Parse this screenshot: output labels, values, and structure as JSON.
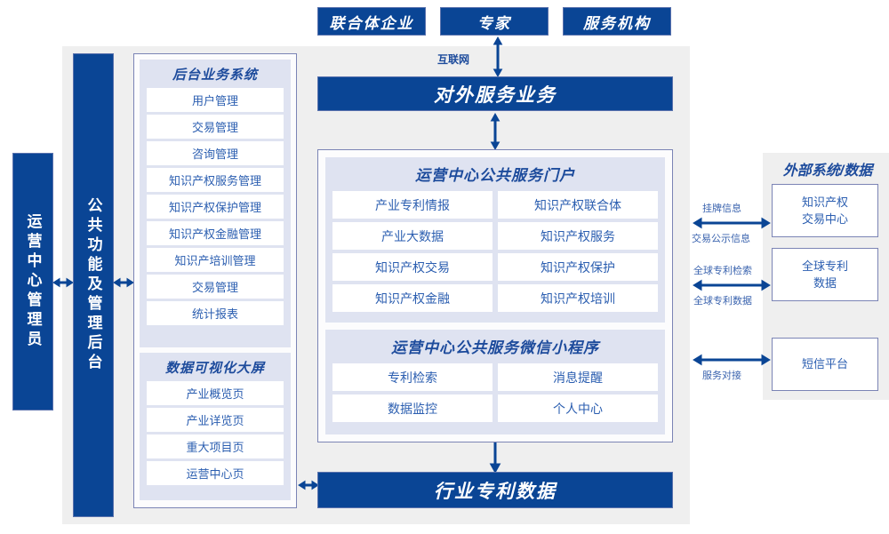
{
  "top_actors": [
    {
      "label": "联合体企业"
    },
    {
      "label": "专家"
    },
    {
      "label": "服务机构"
    }
  ],
  "internet_label": "互联网",
  "external_service_bar": "对外服务业务",
  "industry_patent_bar": "行业专利数据",
  "left_rails": [
    {
      "label": "运营中心管理员"
    },
    {
      "label": "公共功能及管理后台"
    }
  ],
  "backend_system": {
    "title": "后台业务系统",
    "items": [
      "用户管理",
      "交易管理",
      "咨询管理",
      "知识产权服务管理",
      "知识产权保护管理",
      "知识产权金融管理",
      "知识产培训管理",
      "交易管理",
      "统计报表"
    ]
  },
  "visualization": {
    "title": "数据可视化大屏",
    "items": [
      "产业概览页",
      "产业详览页",
      "重大项目页",
      "运营中心页"
    ]
  },
  "portal": {
    "title": "运营中心公共服务门户",
    "items": [
      "产业专利情报",
      "知识产权联合体",
      "产业大数据",
      "知识产权服务",
      "知识产权交易",
      "知识产权保护",
      "知识产权金融",
      "知识产权培训"
    ]
  },
  "miniprogram": {
    "title": "运营中心公共服务微信小程序",
    "items": [
      "专利检索",
      "消息提醒",
      "数据监控",
      "个人中心"
    ]
  },
  "external": {
    "title": "外部系统/数据",
    "cards": [
      {
        "label": "知识产权\n交易中心"
      },
      {
        "label": "全球专利\n数据"
      },
      {
        "label": "短信平台"
      }
    ],
    "connector_labels": [
      {
        "above": "挂牌信息",
        "below": "交易公示信息"
      },
      {
        "above": "全球专利检索",
        "below": "全球专利数据"
      },
      {
        "above": "",
        "below": "服务对接"
      }
    ]
  },
  "colors": {
    "brand_blue": "#0a4595",
    "panel_gray": "#efefef",
    "sub_panel": "#dfe3f1",
    "cell_text": "#2b5eb0",
    "border": "#7b84b5"
  }
}
